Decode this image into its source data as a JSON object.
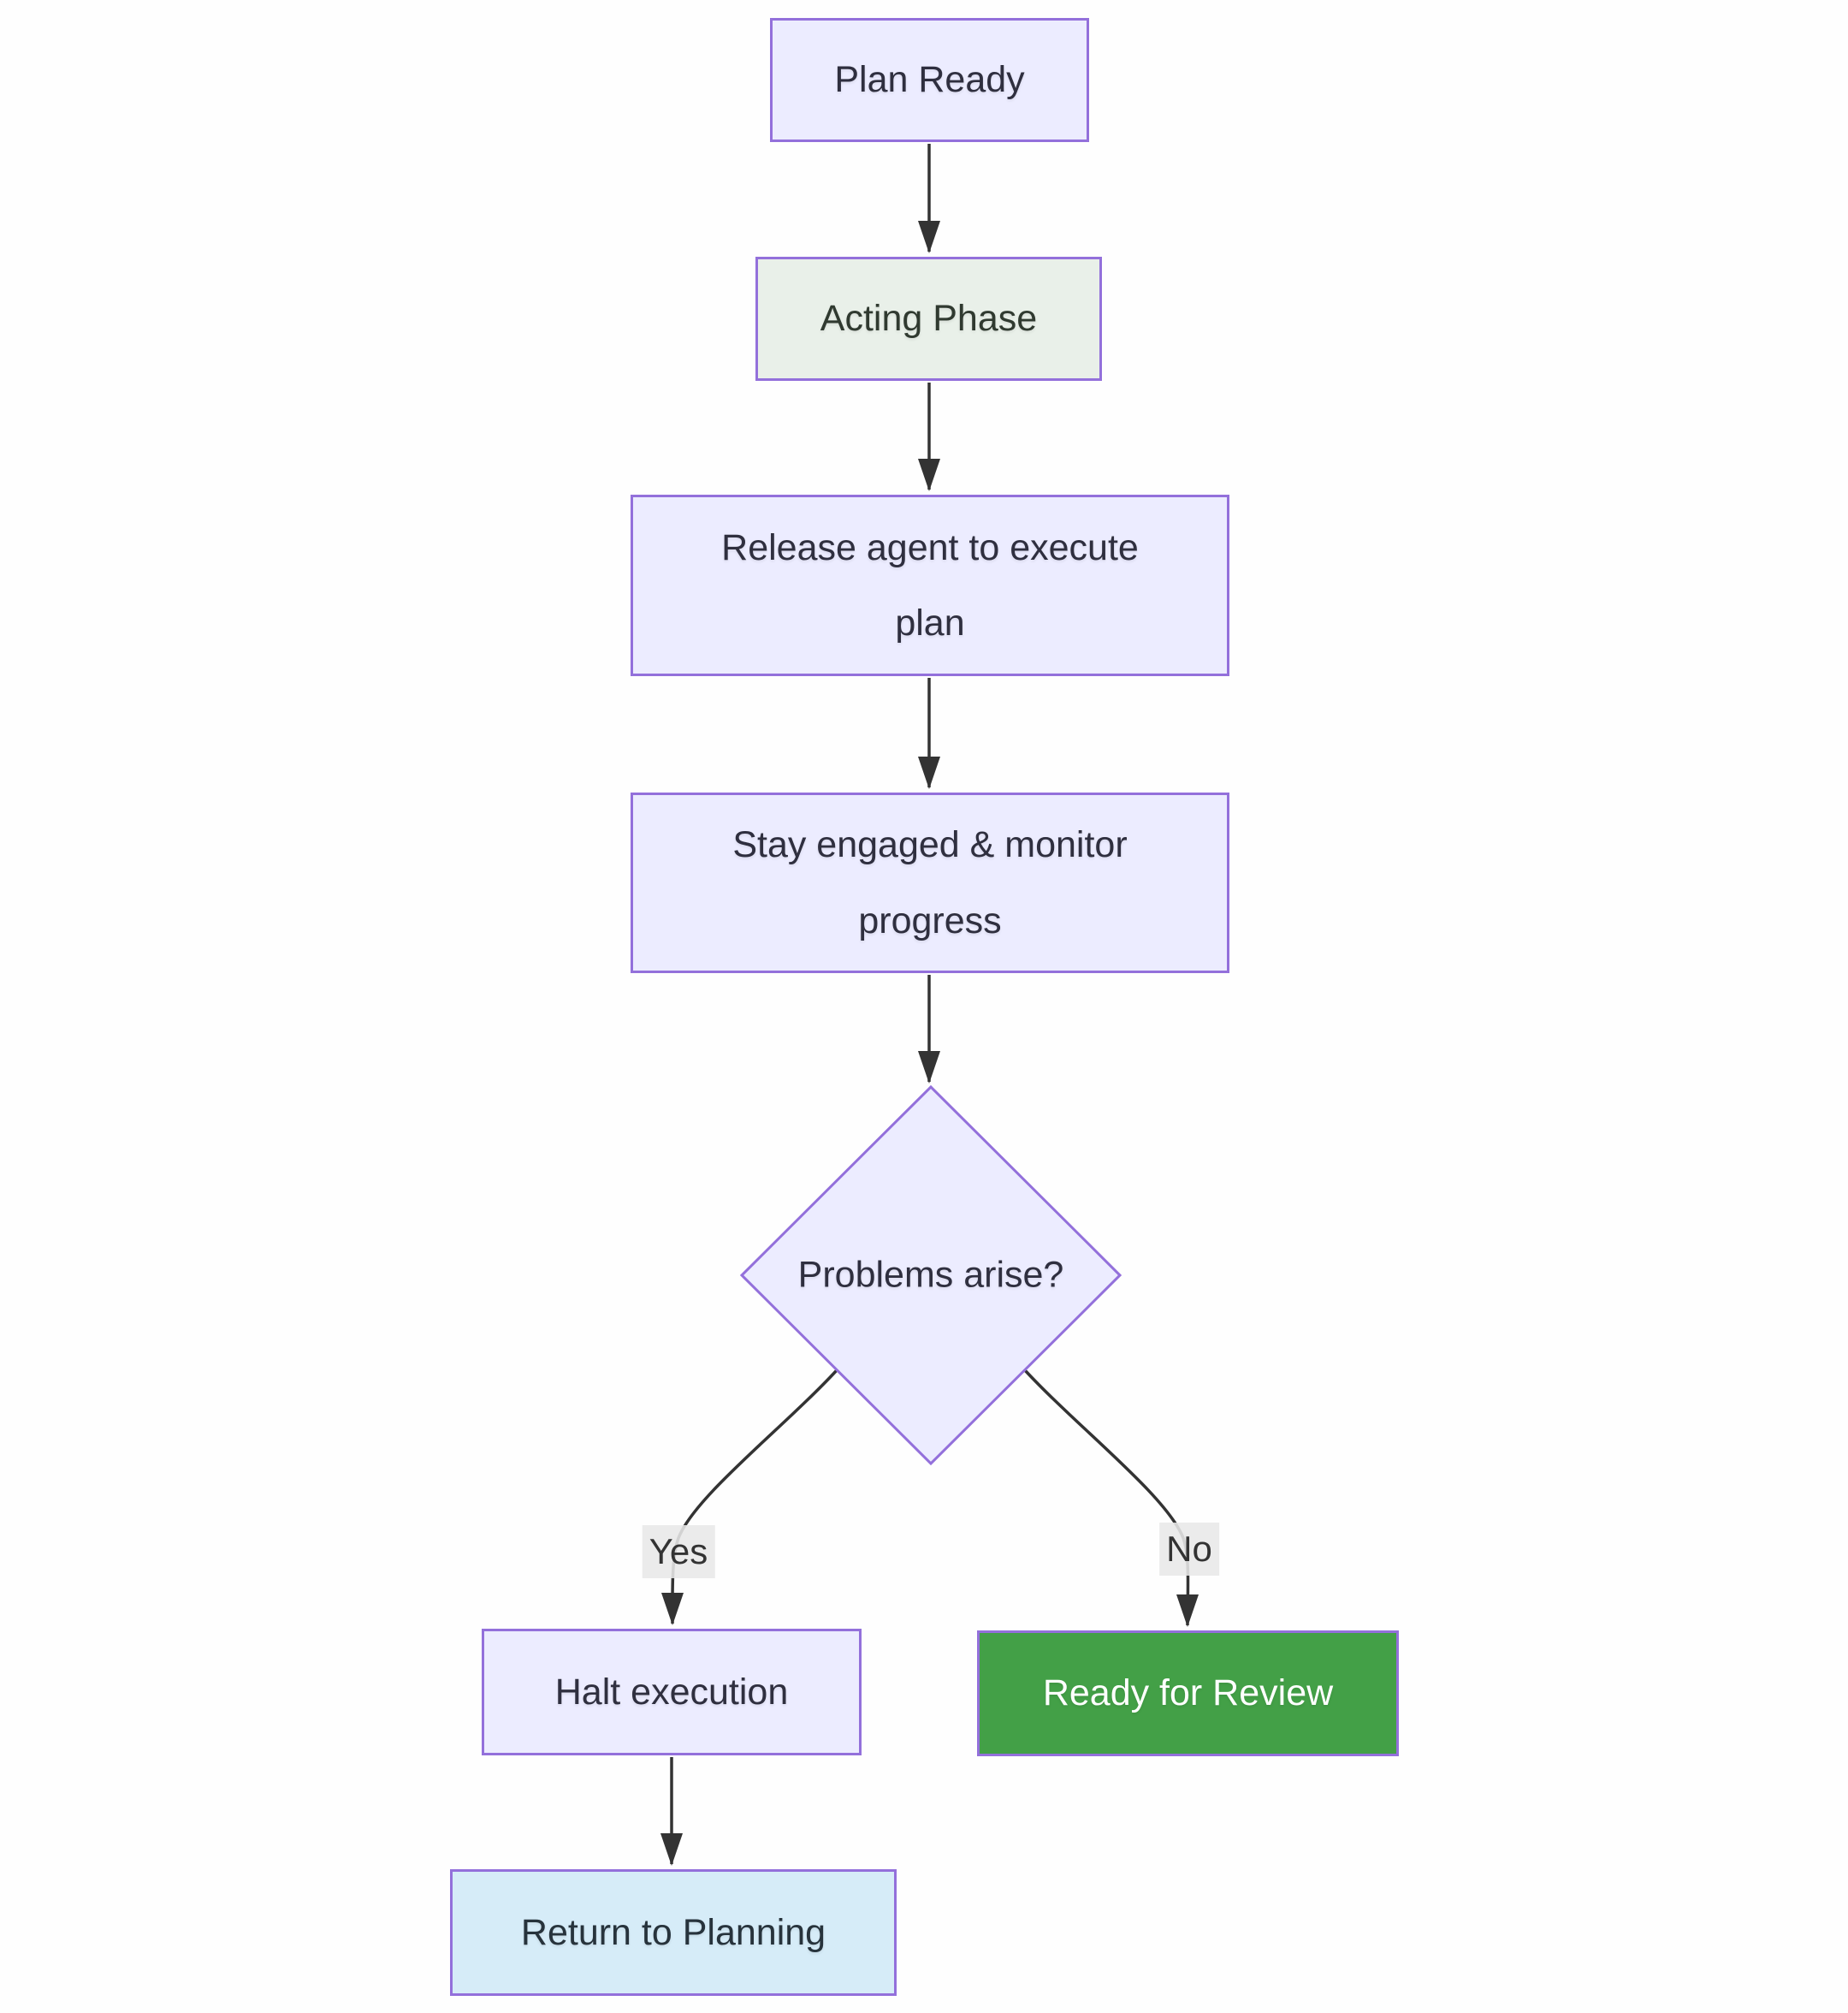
{
  "diagram": {
    "type": "flowchart",
    "direction": "top-down",
    "nodes": {
      "plan_ready": {
        "label": "Plan Ready",
        "shape": "rect",
        "variant": "default"
      },
      "acting_phase": {
        "label": "Acting Phase",
        "shape": "rect",
        "variant": "phase"
      },
      "release_agent": {
        "label": "Release agent to execute plan",
        "shape": "rect",
        "variant": "default"
      },
      "stay_engaged": {
        "label": "Stay engaged & monitor progress",
        "shape": "rect",
        "variant": "default"
      },
      "problems_arise": {
        "label": "Problems arise?",
        "shape": "diamond",
        "variant": "default"
      },
      "halt_execution": {
        "label": "Halt execution",
        "shape": "rect",
        "variant": "default"
      },
      "ready_for_review": {
        "label": "Ready for Review",
        "shape": "rect",
        "variant": "success"
      },
      "return_to_planning": {
        "label": "Return to Planning",
        "shape": "rect",
        "variant": "info"
      }
    },
    "edges": [
      {
        "from": "plan_ready",
        "to": "acting_phase",
        "label": ""
      },
      {
        "from": "acting_phase",
        "to": "release_agent",
        "label": ""
      },
      {
        "from": "release_agent",
        "to": "stay_engaged",
        "label": ""
      },
      {
        "from": "stay_engaged",
        "to": "problems_arise",
        "label": ""
      },
      {
        "from": "problems_arise",
        "to": "halt_execution",
        "label": "Yes"
      },
      {
        "from": "problems_arise",
        "to": "ready_for_review",
        "label": "No"
      },
      {
        "from": "halt_execution",
        "to": "return_to_planning",
        "label": ""
      }
    ],
    "colors": {
      "node_fill": "#ECECFF",
      "node_border": "#9370DB",
      "node_text": "#2F2F3F",
      "phase_fill": "#E9F0E9",
      "phase_text": "#303A30",
      "success_fill": "#43A047",
      "success_text": "#FFFFFF",
      "info_fill": "#D6ECF8",
      "info_text": "#27333C",
      "edge_stroke": "#333333",
      "edge_label_bg": "#E8E8E8",
      "edge_label_text": "#333333",
      "canvas_bg": "#FEFEFE"
    }
  }
}
